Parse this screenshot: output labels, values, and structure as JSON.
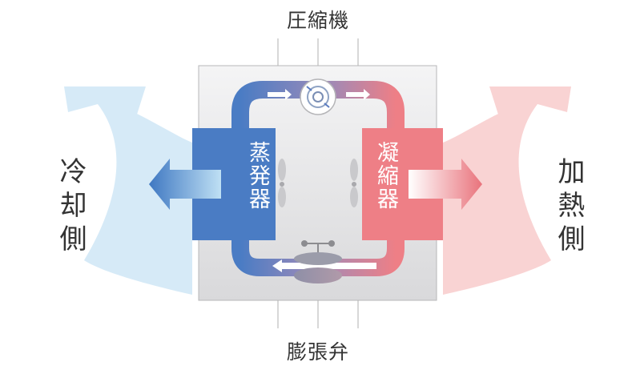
{
  "labels": {
    "compressor": "圧縮機",
    "expansion_valve": "膨張弁",
    "evaporator": "蒸発器",
    "condenser": "凝縮器",
    "cooling_side": "冷却側",
    "heating_side": "加熱側"
  },
  "colors": {
    "cold": "#4a7cc4",
    "hot": "#ee7f86",
    "cold_air": "#d6eaf7",
    "hot_air": "#f9d3d3",
    "box": "#e9e9ea"
  }
}
